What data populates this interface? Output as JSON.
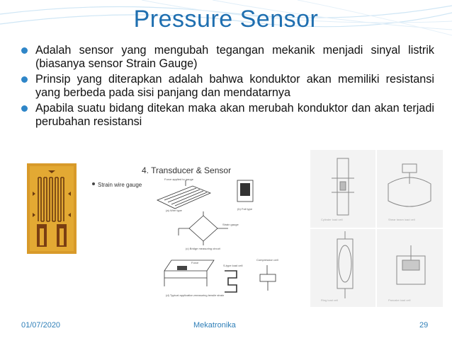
{
  "slide": {
    "title": "Pressure Sensor",
    "bullets": [
      "Adalah sensor yang mengubah tegangan mekanik menjadi sinyal listrik (biasanya sensor Strain Gauge)",
      "Prinsip yang diterapkan adalah bahwa konduktor akan memiliki resistansi yang berbeda pada sisi panjang dan mendatarnya",
      "Apabila suatu bidang ditekan maka akan merubah konduktor dan akan terjadi perubahan resistansi"
    ]
  },
  "figure": {
    "heading": "4. Transducer & Sensor",
    "bullet": "Strain wire gauge",
    "caption_wire": "(a) Wire type",
    "caption_foil": "(b) Foil type",
    "caption_bridge": "(c) Bridge measuring circuit",
    "caption_app": "(d) Typical application-measuring tensile strain",
    "label_force": "Force applied to gauge",
    "label_gauge": "Strain gauge",
    "label_sload": "S-type load cell",
    "label_comp": "Compression cell"
  },
  "footer": {
    "date": "01/07/2020",
    "center": "Mekatronika",
    "page": "29"
  },
  "colors": {
    "title": "#1f6fb0",
    "bullet_dot": "#2f86c8",
    "footer": "#2f7fb8",
    "gauge_bg": "#d89a2a"
  }
}
